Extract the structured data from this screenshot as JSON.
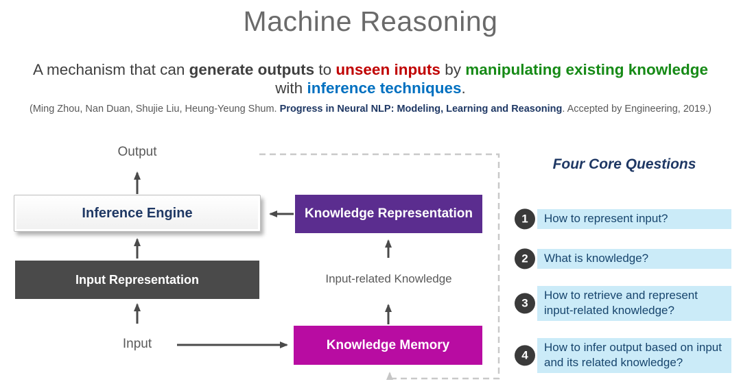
{
  "title": "Machine Reasoning",
  "subtitle": {
    "part1": "A mechanism that can ",
    "bold1": "generate outputs",
    "part2": " to ",
    "red": "unseen inputs",
    "part3": " by ",
    "green": "manipulating existing knowledge",
    "part4": "with ",
    "blue": "inference techniques",
    "period": "."
  },
  "citation": {
    "prefix": "(Ming Zhou, Nan Duan, Shujie Liu, Heung-Yeung Shum. ",
    "paper_title": "Progress in Neural NLP: Modeling, Learning and Reasoning",
    "suffix": ". Accepted by Engineering, 2019.)"
  },
  "diagram": {
    "output_label": "Output",
    "input_label": "Input",
    "inference_engine": "Inference Engine",
    "input_representation": "Input Representation",
    "knowledge_representation": "Knowledge Representation",
    "knowledge_memory": "Knowledge Memory",
    "input_related_knowledge": "Input-related Knowledge"
  },
  "questions_panel": {
    "heading": "Four Core Questions",
    "items": [
      {
        "number": "1",
        "text": "How to represent input?"
      },
      {
        "number": "2",
        "text": "What is knowledge?"
      },
      {
        "number": "3",
        "text": "How to retrieve and represent input-related knowledge?"
      },
      {
        "number": "4",
        "text": "How to infer output based on input and its related knowledge?"
      }
    ]
  },
  "colors": {
    "title_gray": "#6A6A6A",
    "body_gray": "#3F3F3F",
    "citation_gray": "#595959",
    "navy": "#1F3864",
    "red_accent": "#C00000",
    "green_accent": "#168A16",
    "blue_accent": "#0070C0",
    "purple_box": "#5B2D8F",
    "magenta_box": "#B80CA2",
    "dark_box": "#4A4A4A",
    "question_highlight": "#CBEBF8",
    "number_circle": "#3A3A3A",
    "dashed_border": "#C9C9C9",
    "arrow": "#4A4A4A"
  }
}
